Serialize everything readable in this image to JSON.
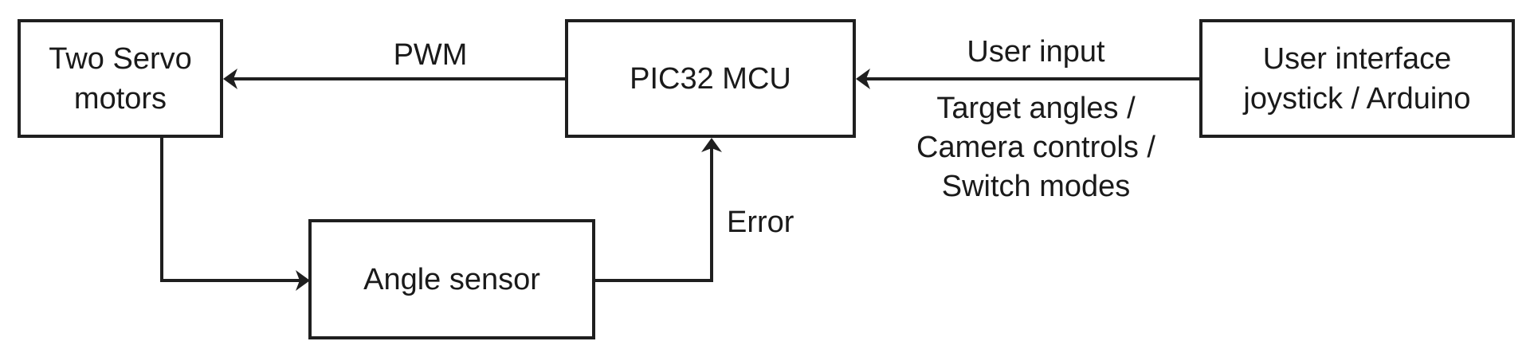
{
  "diagram": {
    "type": "block-diagram",
    "blocks": {
      "servo": {
        "lines": [
          "Two Servo",
          "motors"
        ]
      },
      "mcu": {
        "lines": [
          "PIC32 MCU"
        ]
      },
      "ui": {
        "lines": [
          "User interface",
          "joystick / Arduino"
        ]
      },
      "sensor": {
        "lines": [
          "Angle sensor"
        ]
      }
    },
    "edges": [
      {
        "from": "mcu",
        "to": "servo",
        "label": "PWM"
      },
      {
        "from": "ui",
        "to": "mcu",
        "label": "User input",
        "sublabel_lines": [
          "Target angles /",
          "Camera controls /",
          "Switch modes"
        ]
      },
      {
        "from": "servo",
        "to": "sensor",
        "label": ""
      },
      {
        "from": "sensor",
        "to": "mcu",
        "label": "Error"
      }
    ],
    "labels": {
      "pwm": "PWM",
      "user_input": "User input",
      "user_input_details": [
        "Target angles /",
        "Camera controls /",
        "Switch modes"
      ],
      "error": "Error"
    },
    "colors": {
      "line": "#1f1f1f",
      "background": "#ffffff"
    }
  }
}
